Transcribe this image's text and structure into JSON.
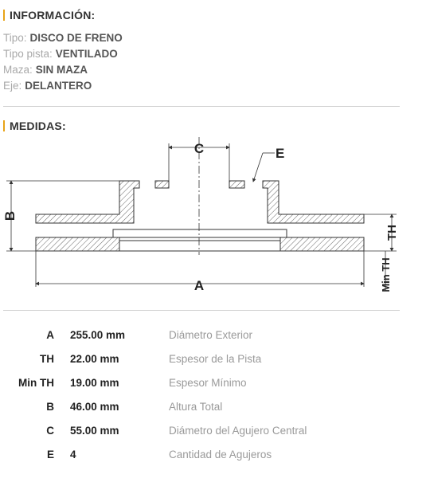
{
  "info": {
    "title": "INFORMACIÓN:",
    "rows": [
      {
        "label": "Tipo:",
        "value": "DISCO DE FRENO"
      },
      {
        "label": "Tipo pista:",
        "value": "VENTILADO"
      },
      {
        "label": "Maza:",
        "value": "SIN MAZA"
      },
      {
        "label": "Eje:",
        "value": "DELANTERO"
      }
    ]
  },
  "medidas": {
    "title": "MEDIDAS:",
    "diagram_labels": {
      "a": "A",
      "b": "B",
      "c": "C",
      "e": "E",
      "th": "TH",
      "min_th": "Min TH"
    }
  },
  "specs": [
    {
      "code": "A",
      "value": "255.00 mm",
      "desc": "Diámetro Exterior"
    },
    {
      "code": "TH",
      "value": "22.00 mm",
      "desc": "Espesor de la Pista"
    },
    {
      "code": "Min TH",
      "value": "19.00 mm",
      "desc": "Espesor Mínimo"
    },
    {
      "code": "B",
      "value": "46.00 mm",
      "desc": "Altura Total"
    },
    {
      "code": "C",
      "value": "55.00 mm",
      "desc": "Diámetro del Agujero Central"
    },
    {
      "code": "E",
      "value": "4",
      "desc": "Cantidad de Agujeros"
    }
  ],
  "colors": {
    "accent": "#e8a317"
  }
}
